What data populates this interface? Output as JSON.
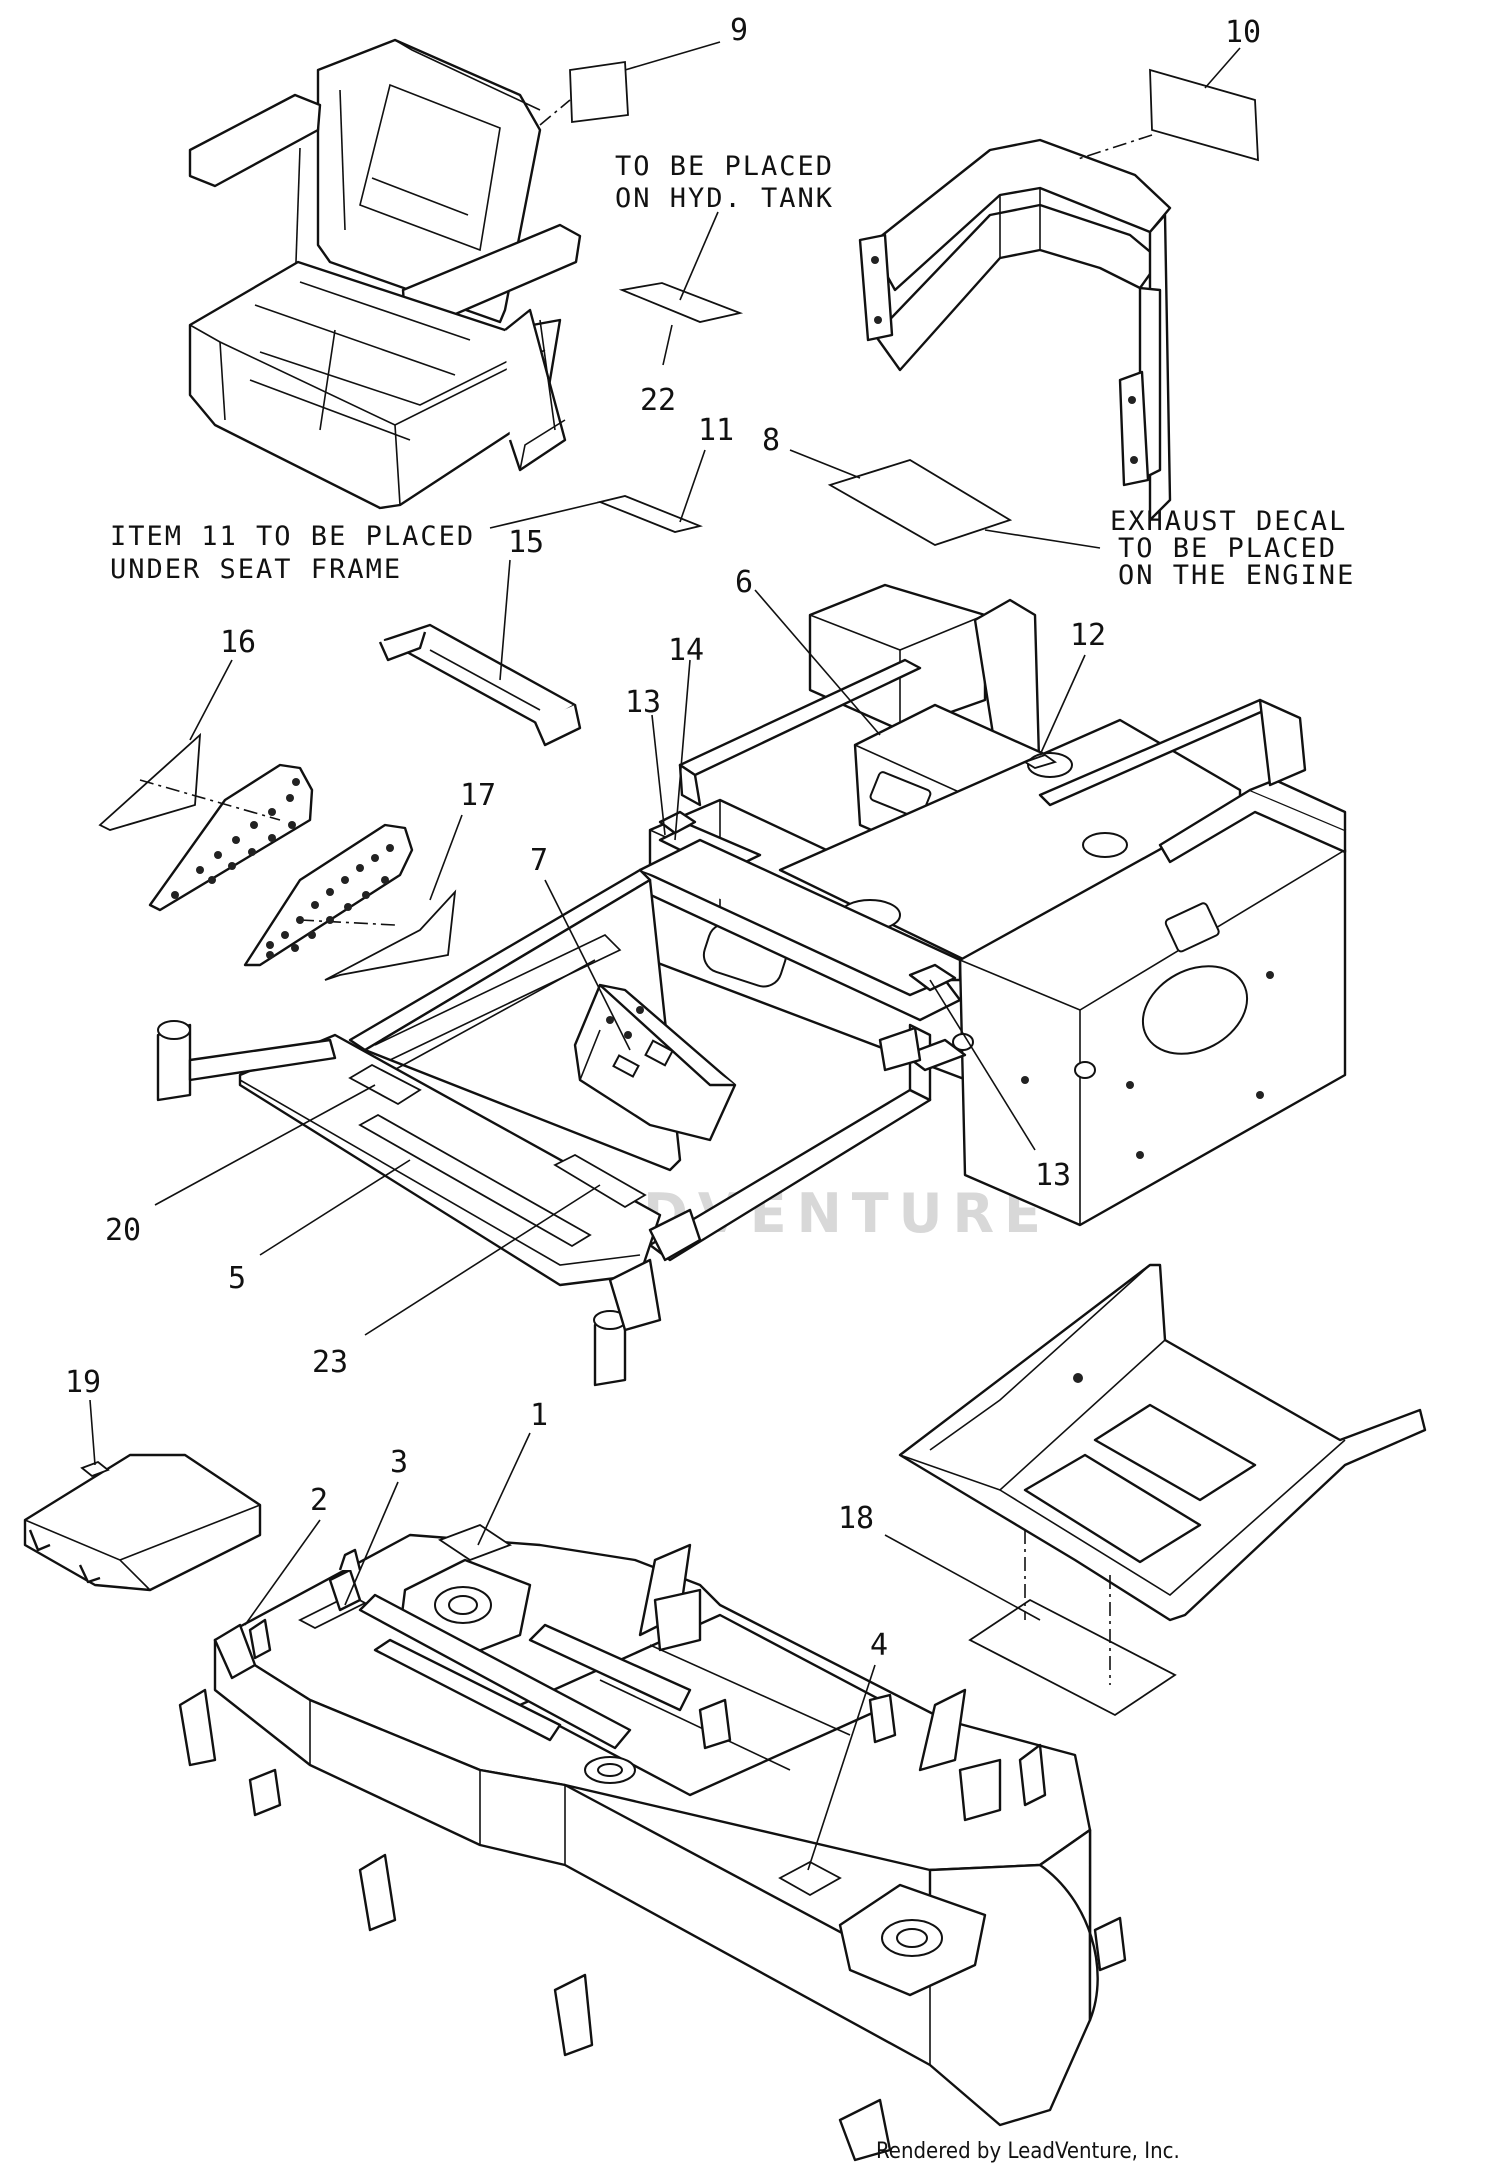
{
  "labels": {
    "l1": "1",
    "l2": "2",
    "l3": "3",
    "l4": "4",
    "l5": "5",
    "l6": "6",
    "l7": "7",
    "l8": "8",
    "l9": "9",
    "l10": "10",
    "l11": "11",
    "l12": "12",
    "l13a": "13",
    "l13b": "13",
    "l14": "14",
    "l15": "15",
    "l16": "16",
    "l17": "17",
    "l18": "18",
    "l19": "19",
    "l20": "20",
    "l22": "22",
    "l23": "23"
  },
  "notes": {
    "hyd_line1": "TO BE PLACED",
    "hyd_line2": "ON HYD. TANK",
    "item11_line1": "ITEM 11 TO BE PLACED",
    "item11_line2": "UNDER SEAT FRAME",
    "exhaust_line1": "EXHAUST DECAL",
    "exhaust_line2": "TO BE PLACED",
    "exhaust_line3": "ON THE ENGINE"
  },
  "watermark": "LEADVENTURE",
  "credit": "Rendered by LeadVenture, Inc."
}
